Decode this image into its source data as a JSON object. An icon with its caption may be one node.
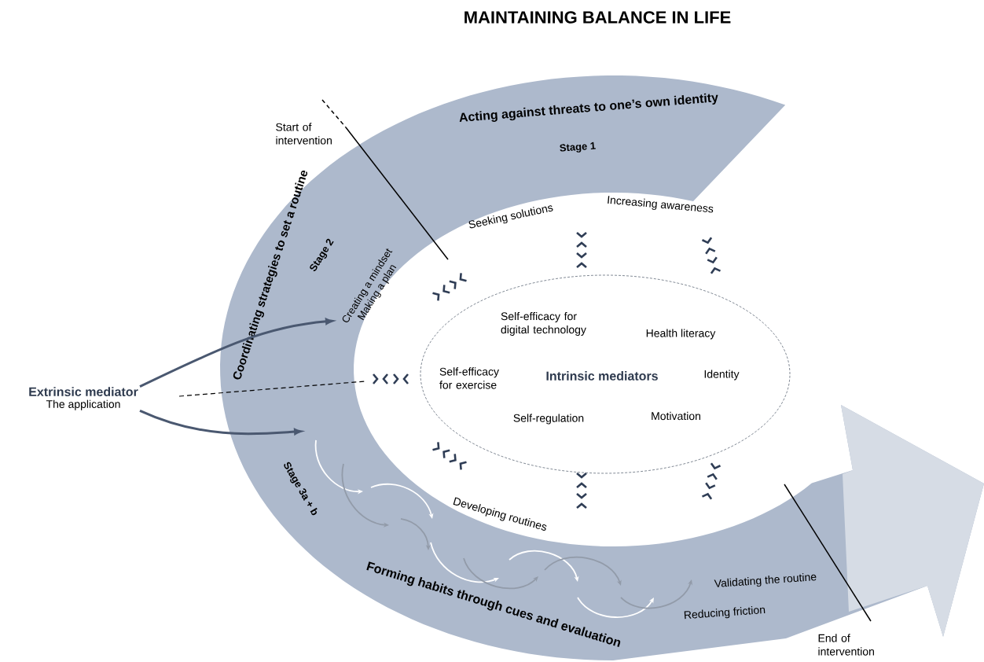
{
  "diagram": {
    "title": "MAINTAINING BALANCE IN LIFE",
    "nodes": [
      {
        "text": [
          "Extrinsic mediator",
          "The application"
        ]
      },
      {
        "text": [
          "Creating a mindset",
          "Making a plan"
        ]
      },
      {
        "text": [
          "Self-efficacy for digital technology",
          "Health literacy",
          "Self-efficacy for exercise",
          "Intrinsic mediators",
          "Identity",
          "Self-regulation",
          "Motivation"
        ]
      }
    ],
    "edges": [
      {
        "from": 0,
        "to": 1,
        "arrow": "to"
      },
      {
        "from": 0,
        "to": null,
        "arrow": "to"
      }
    ],
    "labels": [
      "Start of intervention",
      "Acting against threats to one’s own identity",
      "Stage 1",
      "Coordinating strategies to set a routine",
      "Seeking solutions",
      "Increasing awareness",
      "Stage 2",
      "Stage 3a + b",
      "Developing routines",
      "Validating the routine",
      "Reducing friction",
      "Forming habits through cues and evaluation",
      "End of intervention"
    ]
  }
}
